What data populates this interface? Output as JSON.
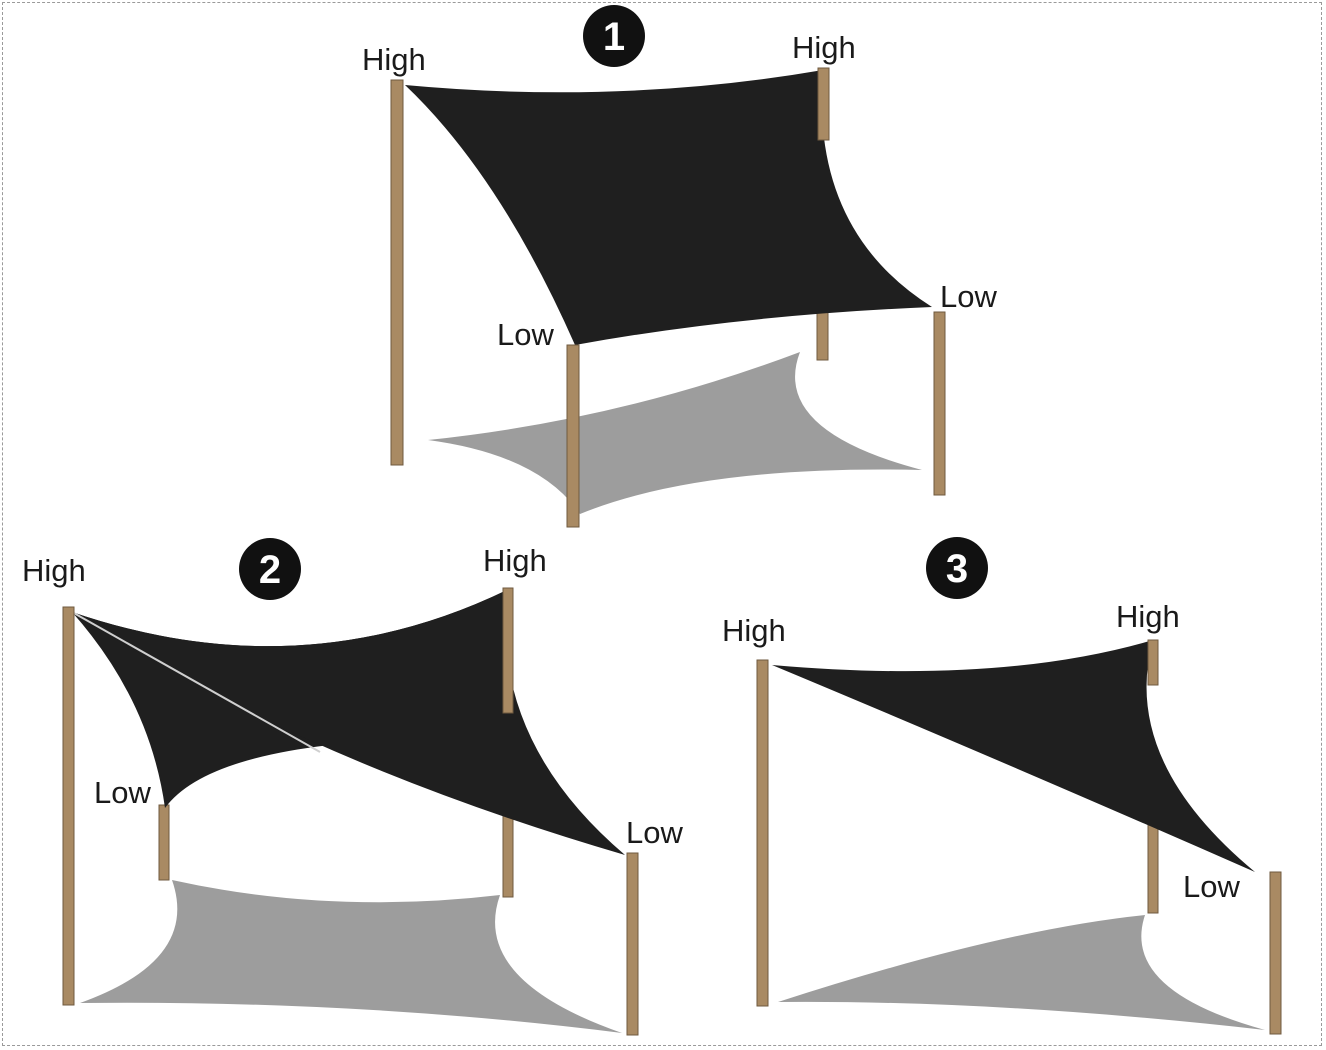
{
  "colors": {
    "sail": "#1f1f1f",
    "shadow": "#9d9d9d",
    "pole": "#a98a63",
    "badge": "#111111"
  },
  "diagrams": [
    {
      "badge": "1",
      "corners": [
        "High",
        "High",
        "Low",
        "Low"
      ]
    },
    {
      "badge": "2",
      "corners": [
        "High",
        "High",
        "Low",
        "Low"
      ]
    },
    {
      "badge": "3",
      "corners": [
        "High",
        "High",
        "Low"
      ]
    }
  ]
}
